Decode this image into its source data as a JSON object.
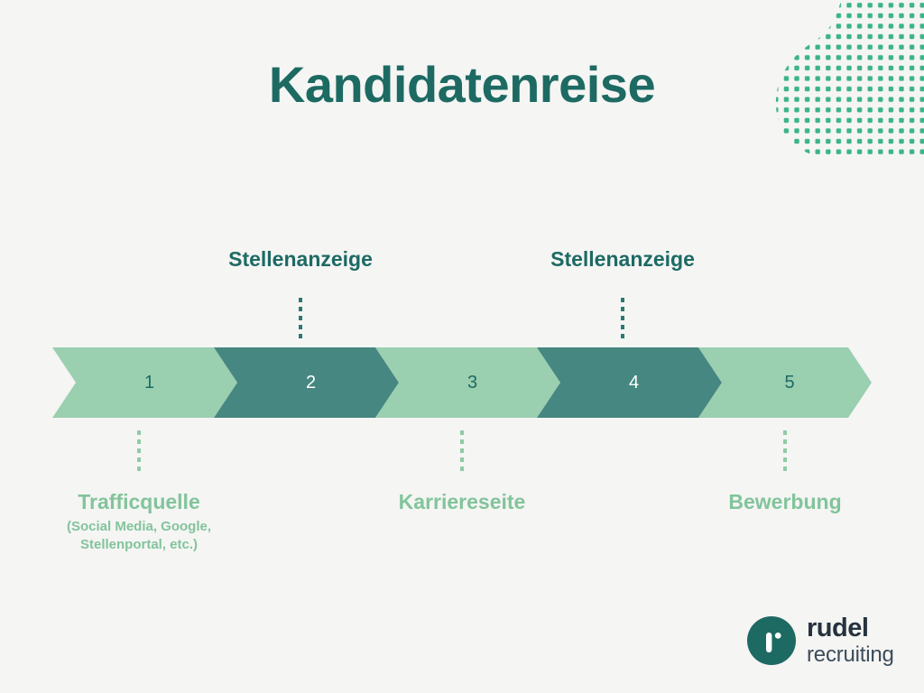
{
  "page": {
    "title": "Kandidatenreise",
    "background_color": "#f5f5f4"
  },
  "colors": {
    "dark_teal": "#1d6a63",
    "chevron_dark": "#468781",
    "chevron_light": "#9acfb0",
    "label_green": "#82c49b",
    "dot_green": "#3bb488",
    "logo_circle": "#1d6a63",
    "logo_text": "#26333f"
  },
  "decoration": {
    "blob_name": "dotted-blob-decoration",
    "dot_color": "#3bb488"
  },
  "top_labels": [
    {
      "text": "Stellenanzeige",
      "step": 2
    },
    {
      "text": "Stellenanzeige",
      "step": 4
    }
  ],
  "chevrons": [
    {
      "number": "1",
      "variant": "light"
    },
    {
      "number": "2",
      "variant": "dark"
    },
    {
      "number": "3",
      "variant": "light"
    },
    {
      "number": "4",
      "variant": "dark"
    },
    {
      "number": "5",
      "variant": "light"
    }
  ],
  "bottom_labels": [
    {
      "title": "Trafficquelle",
      "subtitle": "(Social Media, Google,\nStellenportal, etc.)",
      "step": 1
    },
    {
      "title": "Karriereseite",
      "subtitle": "",
      "step": 3
    },
    {
      "title": "Bewerbung",
      "subtitle": "",
      "step": 5
    }
  ],
  "logo": {
    "name": "rudel",
    "tagline": "recruiting",
    "mark_letter": "r"
  }
}
